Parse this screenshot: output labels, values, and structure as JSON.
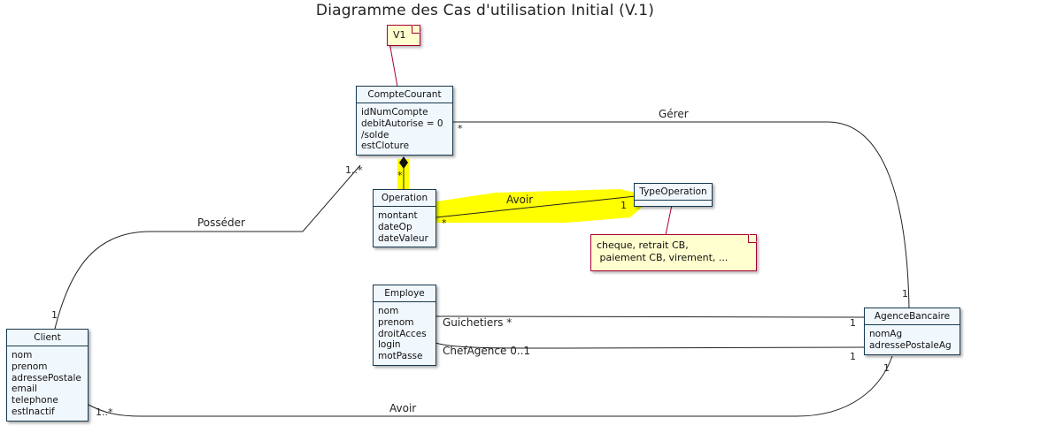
{
  "title": "Diagramme des Cas d'utilisation Initial (V.1)",
  "classes": {
    "compte_courant": {
      "name": "CompteCourant",
      "attributes": [
        "idNumCompte",
        "debitAutorise = 0",
        "/solde",
        "estCloture"
      ]
    },
    "operation": {
      "name": "Operation",
      "attributes": [
        "montant",
        "dateOp",
        "dateValeur"
      ]
    },
    "type_operation": {
      "name": "TypeOperation",
      "attributes": []
    },
    "employe": {
      "name": "Employe",
      "attributes": [
        "nom",
        "prenom",
        "droitAcces",
        "login",
        "motPasse"
      ]
    },
    "agence_bancaire": {
      "name": "AgenceBancaire",
      "attributes": [
        "nomAg",
        "adressePostaleAg"
      ]
    },
    "client": {
      "name": "Client",
      "attributes": [
        "nom",
        "prenom",
        "adressePostale",
        "email",
        "telephone",
        "estInactif"
      ]
    }
  },
  "notes": {
    "version": {
      "lines": [
        "V1"
      ]
    },
    "type_operation": {
      "lines": [
        "cheque, retrait CB,",
        " paiement CB, virement, ..."
      ]
    }
  },
  "associations": {
    "gerer": {
      "label": "Gérer",
      "mult_source": "*",
      "mult_target": "1"
    },
    "posseder": {
      "label": "Posséder",
      "mult_source": "1",
      "mult_target": "1..*"
    },
    "composition": {
      "mult_part": "*"
    },
    "avoir_type": {
      "label": "Avoir",
      "mult_source": "*",
      "mult_target": "1"
    },
    "guichetiers": {
      "label": "Guichetiers *",
      "mult_target": "1"
    },
    "chef_agence": {
      "label": "ChefAgence 0..1",
      "mult_target": "1"
    },
    "avoir_client": {
      "label": "Avoir",
      "mult_source": "1..*",
      "mult_target": "1"
    }
  },
  "colors": {
    "class_fill": "#f1f8fd",
    "class_border": "#183a51",
    "note_fill": "#fefece",
    "note_border": "#a80036",
    "highlight": "#ffff00",
    "line": "#222222"
  }
}
